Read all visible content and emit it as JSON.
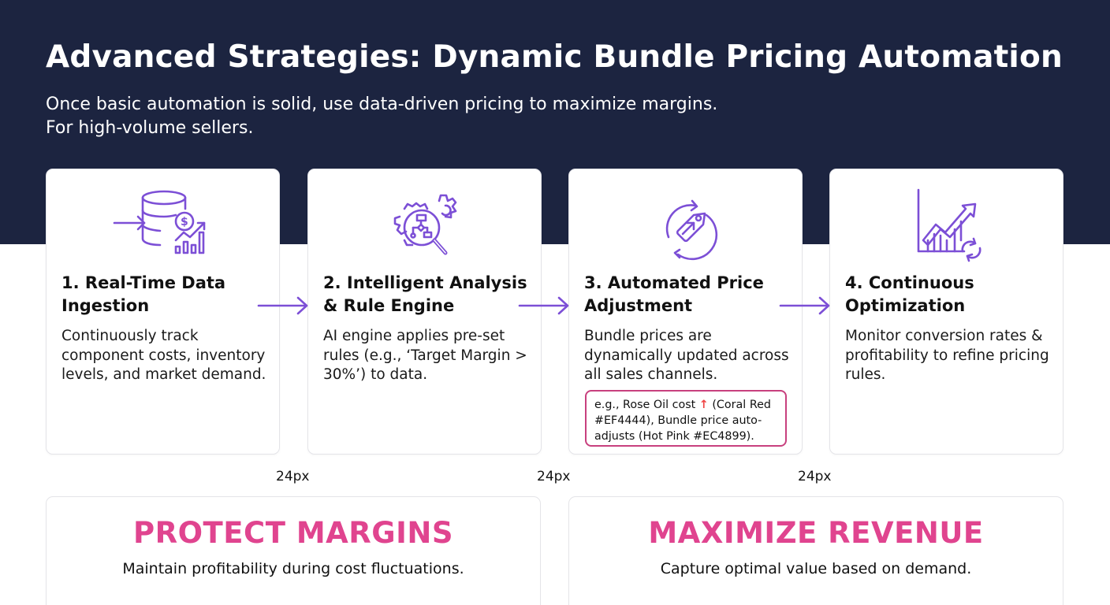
{
  "header": {
    "title": "Advanced Strategies: Dynamic Bundle Pricing Automation",
    "subtitle_line1": "Once basic automation is solid, use data-driven pricing to maximize margins.",
    "subtitle_line2": "For high-volume sellers."
  },
  "colors": {
    "header_bg": "#1c2440",
    "icon_accent": "#7c4fd6",
    "benefit_title": "#E0448F",
    "coral_red": "#EF4444",
    "hot_pink": "#EC4899"
  },
  "steps": [
    {
      "title": "1. Real-Time Data Ingestion",
      "title_line1": "1. Real-Time Data",
      "title_line2": "Ingestion",
      "description": "Continuously track component costs, inventory levels, and market demand.",
      "icon": "database-dollar-chart-icon"
    },
    {
      "title": "2. Intelligent Analysis & Rule Engine",
      "title_line1": "2. Intelligent Analysis",
      "title_line2": "& Rule Engine",
      "description": "AI engine applies pre-set rules (e.g., ‘Target Margin > 30%’) to data.",
      "icon": "gears-magnifier-flowchart-icon"
    },
    {
      "title": "3. Automated Price Adjustment",
      "title_line1": "3. Automated Price",
      "title_line2": "Adjustment",
      "description": "Bundle prices are dynamically updated across all sales channels.",
      "icon": "price-tag-refresh-icon",
      "example": {
        "prefix": "e.g., Rose Oil cost ",
        "arrow": "↑",
        "suffix": " (Coral Red #EF4444), Bundle price auto-adjusts (Hot Pink #EC4899)."
      }
    },
    {
      "title": "4. Continuous Optimization",
      "title_line1": "4. Continuous",
      "title_line2": "Optimization",
      "description": "Monitor conversion rates & profitability to refine pricing rules.",
      "icon": "growth-chart-refresh-icon"
    }
  ],
  "gap_labels": [
    "24px",
    "24px",
    "24px"
  ],
  "benefits": [
    {
      "title": "PROTECT MARGINS",
      "description": "Maintain profitability during cost fluctuations."
    },
    {
      "title": "MAXIMIZE REVENUE",
      "description": "Capture optimal value based on demand."
    }
  ]
}
